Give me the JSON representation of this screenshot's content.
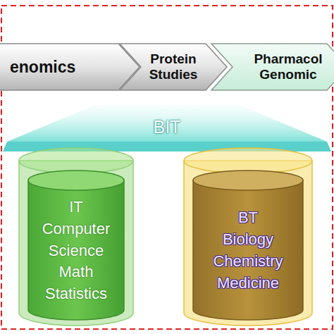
{
  "diagram": {
    "nodes": [
      {
        "text": [
          "enomics"
        ]
      },
      {
        "text": [
          "Protein Studies"
        ]
      },
      {
        "text": [
          "Pharmacol Genomic"
        ]
      },
      {
        "text": [
          "BIT"
        ]
      },
      {
        "text": [
          "IT",
          "Computer Science Math Statistics"
        ]
      },
      {
        "text": [
          "BT",
          "Biology Chemistry Medicine"
        ]
      }
    ]
  }
}
